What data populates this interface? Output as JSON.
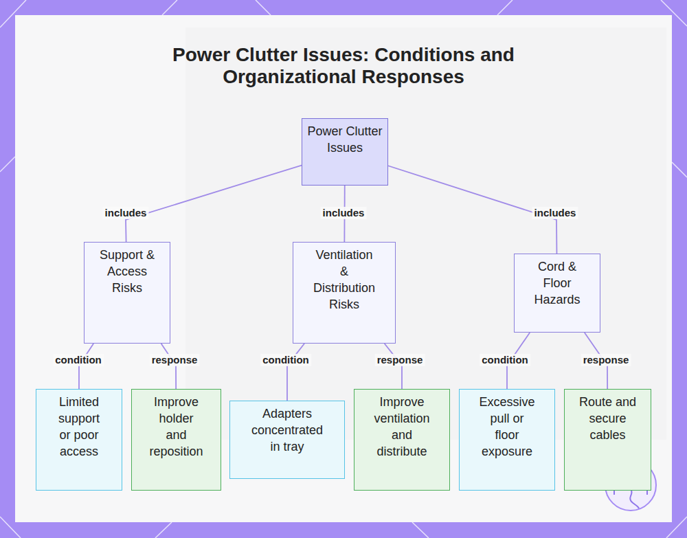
{
  "diagram": {
    "title": "Power Clutter Issues: Conditions and Organizational Responses",
    "nodes": [
      {
        "text": [
          "Power Clutter Issues"
        ]
      },
      {
        "text": [
          "Support & Access Risks"
        ]
      },
      {
        "text": [
          "Ventilation & Distribution Risks"
        ]
      },
      {
        "text": [
          "Cord & Floor Hazards"
        ]
      },
      {
        "text": [
          "Limited support or poor access"
        ]
      },
      {
        "text": [
          "Improve holder and reposition"
        ]
      },
      {
        "text": [
          "Adapters concentrated in tray"
        ]
      },
      {
        "text": [
          "Improve ventilation and distribute"
        ]
      },
      {
        "text": [
          "Excessive pull or floor exposure"
        ]
      },
      {
        "text": [
          "Route and secure cables"
        ]
      }
    ],
    "edges": [
      {
        "from": 0,
        "to": 1,
        "label": "includes",
        "arrow": "none"
      },
      {
        "from": 0,
        "to": 2,
        "label": "includes",
        "arrow": "none"
      },
      {
        "from": 0,
        "to": 3,
        "label": "includes",
        "arrow": "none"
      },
      {
        "from": 1,
        "to": 4,
        "label": "condition",
        "arrow": "none"
      },
      {
        "from": 1,
        "to": 5,
        "label": "response",
        "arrow": "none"
      },
      {
        "from": 2,
        "to": 6,
        "label": "condition",
        "arrow": "none"
      },
      {
        "from": 2,
        "to": 7,
        "label": "response",
        "arrow": "none"
      },
      {
        "from": 3,
        "to": 8,
        "label": "condition",
        "arrow": "none"
      },
      {
        "from": 3,
        "to": 9,
        "label": "response",
        "arrow": "none"
      }
    ]
  }
}
